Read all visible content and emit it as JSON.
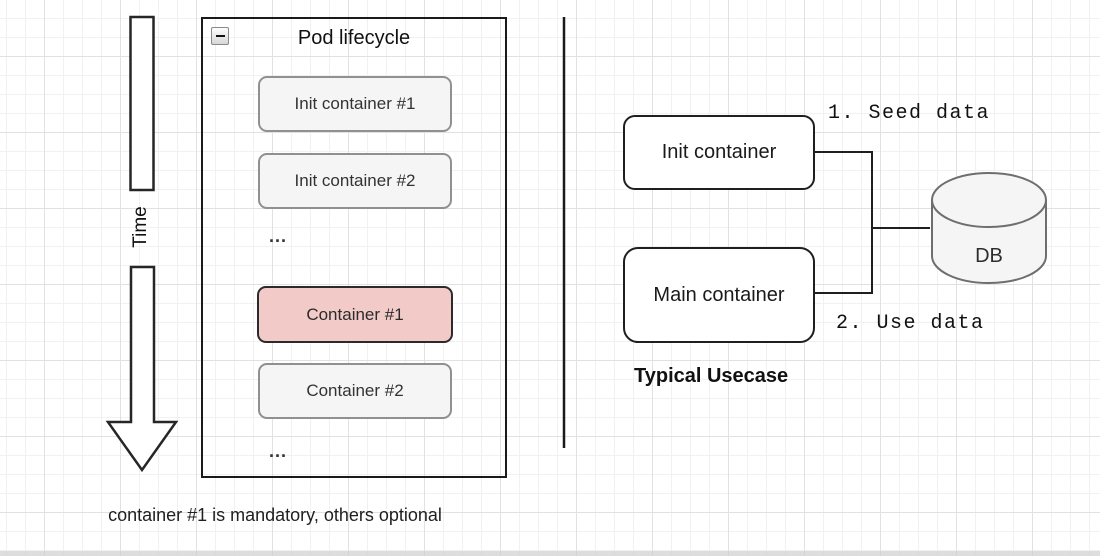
{
  "diagram": {
    "time_arrow": {
      "label": "Time"
    },
    "pod_lifecycle": {
      "title": "Pod lifecycle",
      "items": {
        "init1": "Init container #1",
        "init2": "Init container #2",
        "ellipsis1": "...",
        "container1": "Container #1",
        "container2": "Container #2",
        "ellipsis2": "..."
      }
    },
    "caption": "container #1 is mandatory, others optional",
    "usecase": {
      "init_box": "Init container",
      "main_box": "Main container",
      "db_label": "DB",
      "annotation_seed": "1. Seed data",
      "annotation_use": "2. Use data",
      "caption": "Typical Usecase"
    },
    "colors": {
      "highlight_fill": "#f2cbc9",
      "highlight_stroke": "#2b2b2b",
      "box_fill": "#f5f5f5",
      "box_stroke": "#909090",
      "stroke_dark": "#1f1f1f",
      "grid_minor": "#f1f1f1",
      "grid_major": "#e1e1e1"
    }
  }
}
